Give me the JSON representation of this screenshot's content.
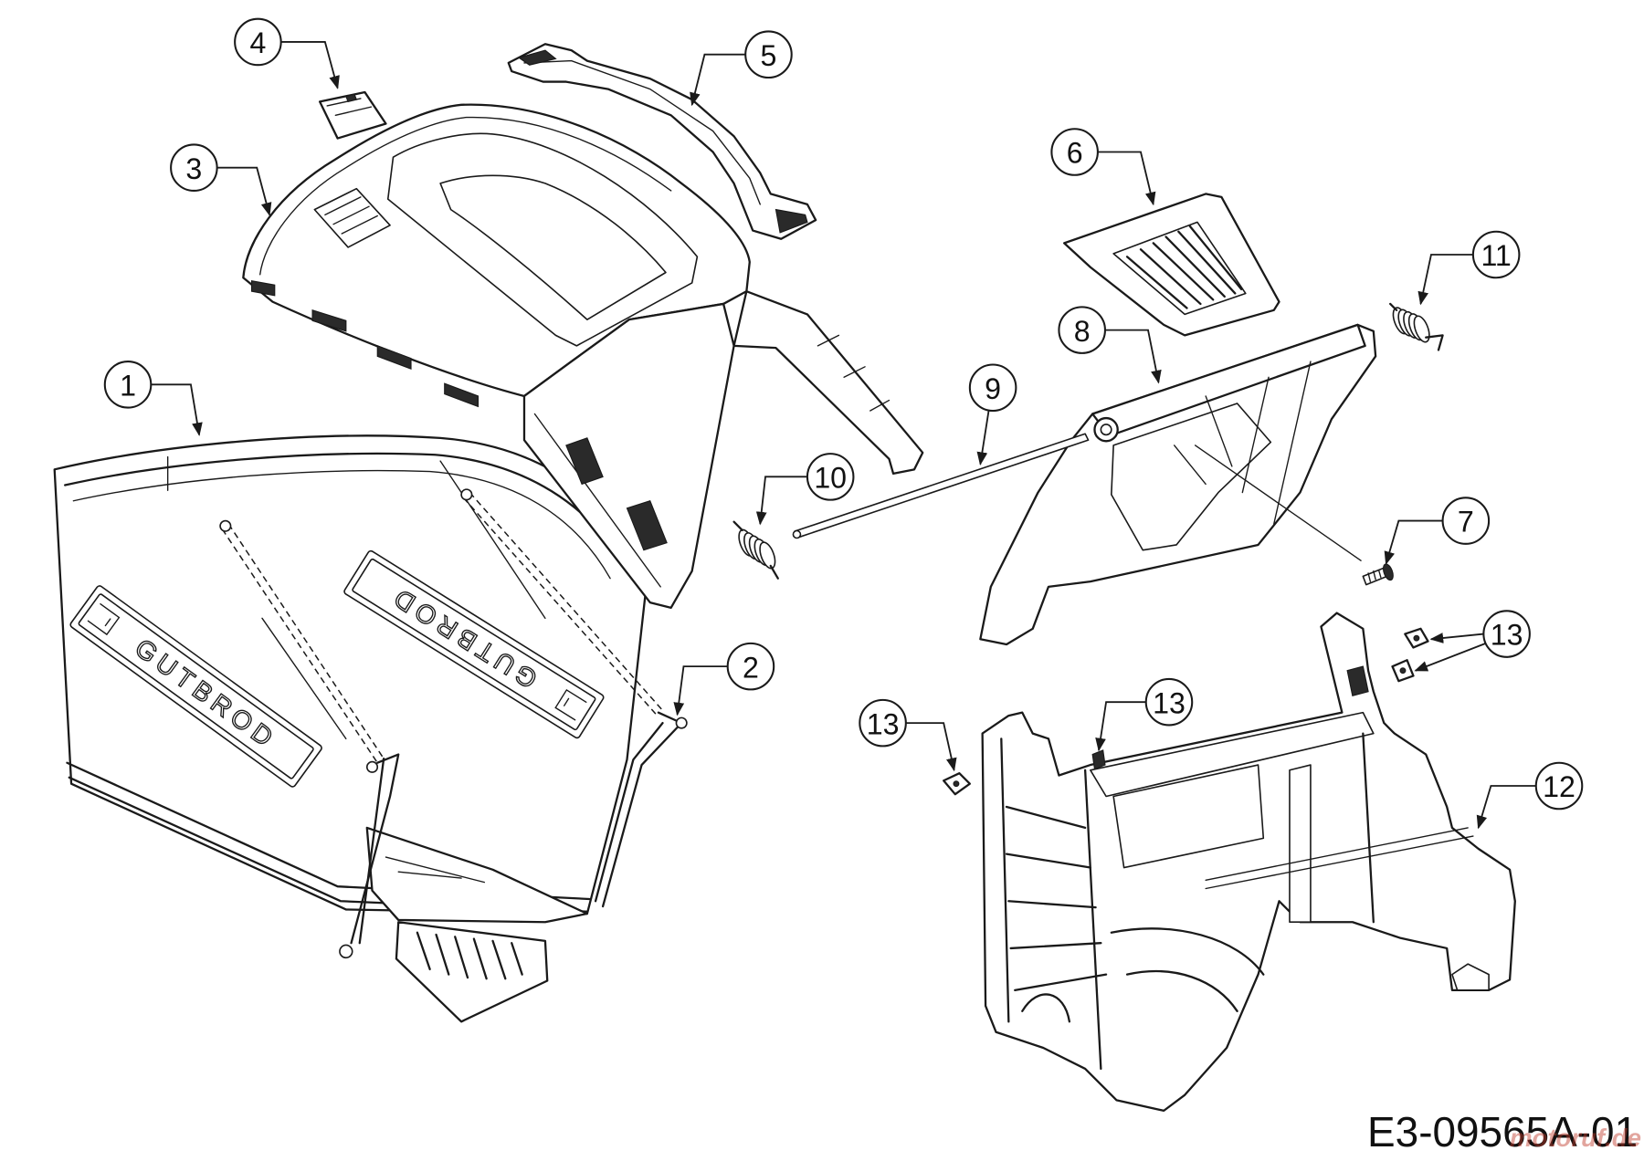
{
  "diagram": {
    "callouts": {
      "part_1": "1",
      "part_2": "2",
      "part_3": "3",
      "part_4": "4",
      "part_5": "5",
      "part_6": "6",
      "part_7": "7",
      "part_8": "8",
      "part_9": "9",
      "part_10": "10",
      "part_11": "11",
      "part_12": "12",
      "part_13_a": "13",
      "part_13_b": "13",
      "part_13_c": "13"
    },
    "bag_labels": {
      "left": "GUTBROD",
      "right": "GUTBROD"
    },
    "drawing_number": "E3-09565A-01",
    "watermark": "motoruf.de"
  },
  "colors": {
    "line": "#1a1a1a",
    "background": "#ffffff",
    "part_fill": "#ffffff"
  }
}
